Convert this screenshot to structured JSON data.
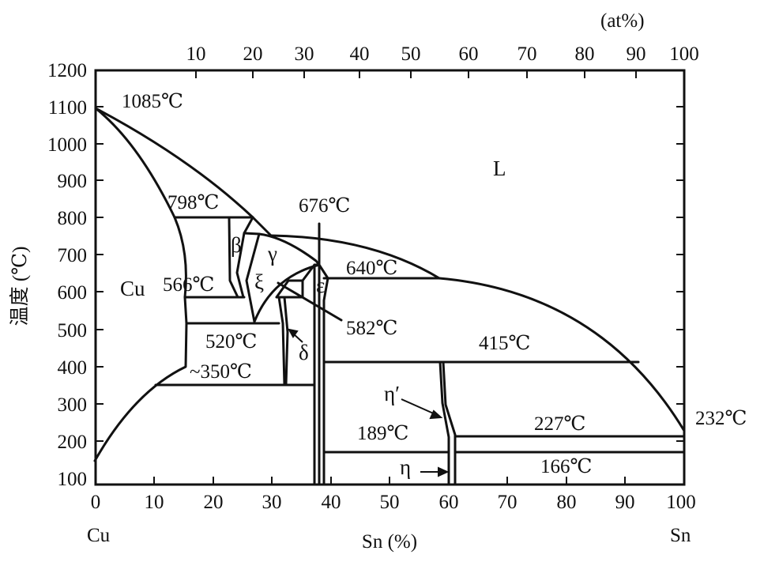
{
  "diagram": {
    "ylabel": "温度 (℃)",
    "xlabel": "Sn (%)",
    "top_unit": "(at%)",
    "left_element": "Cu",
    "right_element": "Sn",
    "bottom_ticks": [
      "0",
      "10",
      "20",
      "30",
      "40",
      "50",
      "60",
      "70",
      "80",
      "90",
      "100"
    ],
    "top_ticks": [
      "10",
      "20",
      "30",
      "40",
      "50",
      "60",
      "70",
      "80",
      "90",
      "100"
    ],
    "y_ticks": [
      "1200",
      "1100",
      "1000",
      "900",
      "800",
      "700",
      "600",
      "500",
      "400",
      "300",
      "200",
      "100"
    ],
    "regions": {
      "liquid": "L",
      "cu": "Cu",
      "beta": "β",
      "gamma": "γ",
      "xi": "ξ",
      "delta": "δ",
      "epsilon": "ε",
      "eta_prime": "η′",
      "eta": "η"
    },
    "temperatures": {
      "t1085": "1085℃",
      "t798": "798℃",
      "t676": "676℃",
      "t640": "640℃",
      "t566": "566℃",
      "t582": "582℃",
      "t520": "520℃",
      "t415": "415℃",
      "t350": "~350℃",
      "t227": "227℃",
      "t232": "232℃",
      "t189": "189℃",
      "t166": "166℃"
    },
    "colors": {
      "line": "#111111",
      "background": "#ffffff"
    }
  }
}
